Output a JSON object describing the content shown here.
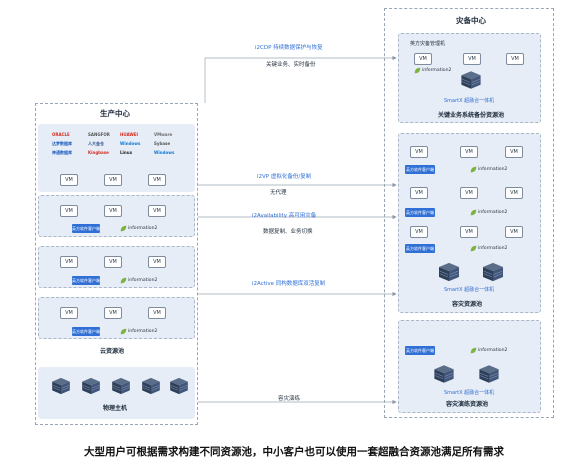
{
  "production": {
    "title": "生产中心",
    "vendor_logos": [
      {
        "text": "ORACLE",
        "color": "#d62d20"
      },
      {
        "text": "SANGFOR",
        "color": "#555555"
      },
      {
        "text": "HUAWEI",
        "color": "#d62d20"
      },
      {
        "text": "VMware",
        "color": "#6b6b6b"
      },
      {
        "text": "达梦数据库",
        "color": "#1f5fbf"
      },
      {
        "text": "人大金仓",
        "color": "#2c4c8c"
      },
      {
        "text": "Windows",
        "color": "#0a78d7"
      },
      {
        "text": "Sybase",
        "color": "#555555"
      },
      {
        "text": "神通数据库",
        "color": "#1f5fbf"
      },
      {
        "text": "Kingbase",
        "color": "#d62d20"
      },
      {
        "text": "Linux",
        "color": "#222222"
      },
      {
        "text": "Windows",
        "color": "#0a78d7"
      }
    ],
    "vm_label": "VM",
    "client_label": "英方软件客户端",
    "brand_label": "information2",
    "cloud_pool": "云资源池",
    "physical_host": "物理主机"
  },
  "dr": {
    "title": "灾备中心",
    "mgmt_label": "英方灾备管理机",
    "smartx_label": "SmartX 超融合一体机",
    "backup_pool": "关键业务系统备份资源池",
    "dr_pool": "容灾资源池",
    "drill_pool": "容灾演练资源池"
  },
  "links": [
    {
      "title": "i2CDP 持续数据保护与恢复",
      "sub": "关键业务、实时备份"
    },
    {
      "title": "i2VP 虚拟化备份/复制",
      "sub": "无代理"
    },
    {
      "title": "i2Availability 高可用灾备",
      "sub": "数据复制、业务切换"
    },
    {
      "title": "i2Active 同构数据库双活复制",
      "sub": ""
    },
    {
      "title": "",
      "sub": "容灾演练"
    }
  ],
  "caption": "大型用户可根据需求构建不同资源池，中小客户也可以使用一套超融合资源池满足所有需求",
  "colors": {
    "accent": "#2f6fd6",
    "panel": "#e7edf6",
    "leaf": "#7cb342"
  }
}
